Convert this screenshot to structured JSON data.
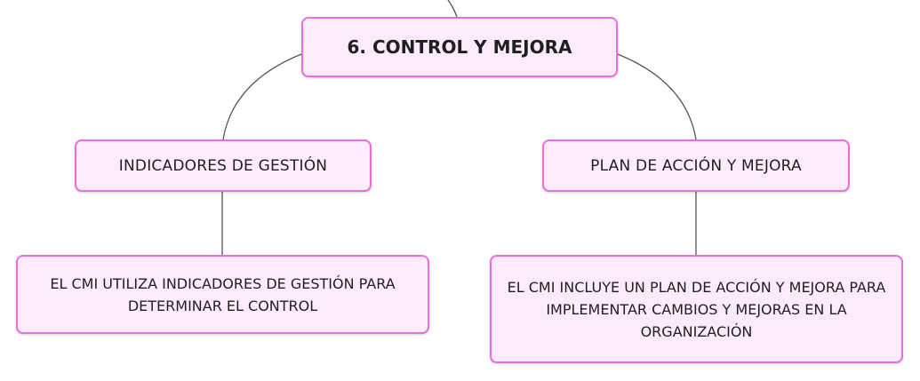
{
  "colors": {
    "node_fill": "#fcebfa",
    "node_border": "#e96fd8",
    "connector": "#555555",
    "text": "#1f1f1f"
  },
  "root": {
    "label": "6. CONTROL Y MEJORA"
  },
  "branches": [
    {
      "label": "INDICADORES DE GESTIÓN",
      "detail": "EL CMI UTILIZA INDICADORES DE GESTIÓN PARA DETERMINAR EL CONTROL"
    },
    {
      "label": "PLAN DE ACCIÓN Y MEJORA",
      "detail": "EL CMI INCLUYE UN PLAN DE ACCIÓN Y MEJORA PARA IMPLEMENTAR CAMBIOS Y MEJORAS EN LA ORGANIZACIÓN"
    }
  ]
}
